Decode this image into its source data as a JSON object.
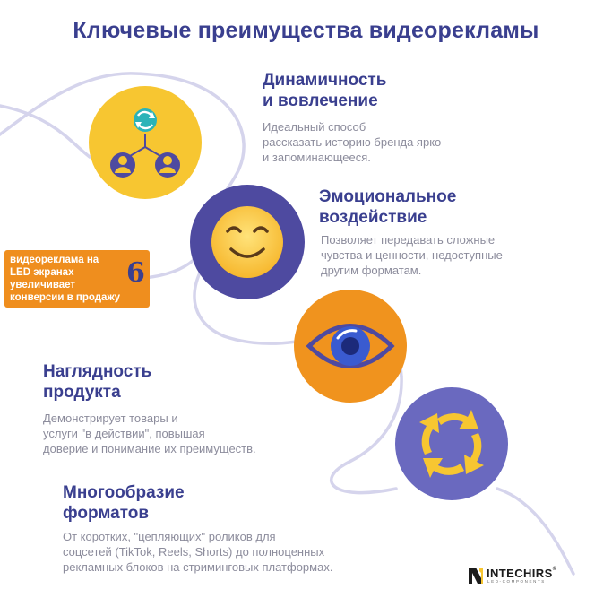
{
  "title": "Ключевые преимущества видеорекламы",
  "colors": {
    "title": "#3a3f8f",
    "yellow": "#f7c631",
    "indigo": "#4e4aa0",
    "orange": "#f0931e",
    "violet": "#6a69bf",
    "curve": "#d5d4ec",
    "description": "#8c8c9c"
  },
  "benefits": [
    {
      "heading_line1": "Динамичность",
      "heading_line2": "и вовлечение",
      "desc_line1": "Идеальный способ",
      "desc_line2": "рассказать историю бренда ярко",
      "desc_line3": "и запоминающееся.",
      "icon": "sync-people-icon"
    },
    {
      "heading_line1": "Эмоциональное",
      "heading_line2": "воздействие",
      "desc_line1": "Позволяет передавать сложные",
      "desc_line2": "чувства и ценности, недоступные",
      "desc_line3": "другим форматам.",
      "icon": "smiley-icon"
    },
    {
      "heading_line1": "Наглядность",
      "heading_line2": "продукта",
      "desc_line1": "Демонстрирует товары и",
      "desc_line2": "услуги \"в действии\", повышая",
      "desc_line3": "доверие и понимание их преимуществ.",
      "icon": "eye-icon"
    },
    {
      "heading_line1": "Многообразие",
      "heading_line2": "форматов",
      "desc_line1": "От коротких, \"цепляющих\" роликов для",
      "desc_line2": "соцсетей (TikTok, Reels, Shorts) до полноценных",
      "desc_line3": "рекламных блоков на стриминговых платформах.",
      "icon": "cycle-arrows-icon"
    }
  ],
  "callout": {
    "line1": "видеореклама на",
    "line2": "LED экранах",
    "line3": "увеличивает",
    "line4": "конверсии в продажу",
    "quote_mark": "6"
  },
  "logo": {
    "word": "INTECHIRS",
    "registered": "®",
    "subtitle": "LED-COMPONENTS"
  }
}
